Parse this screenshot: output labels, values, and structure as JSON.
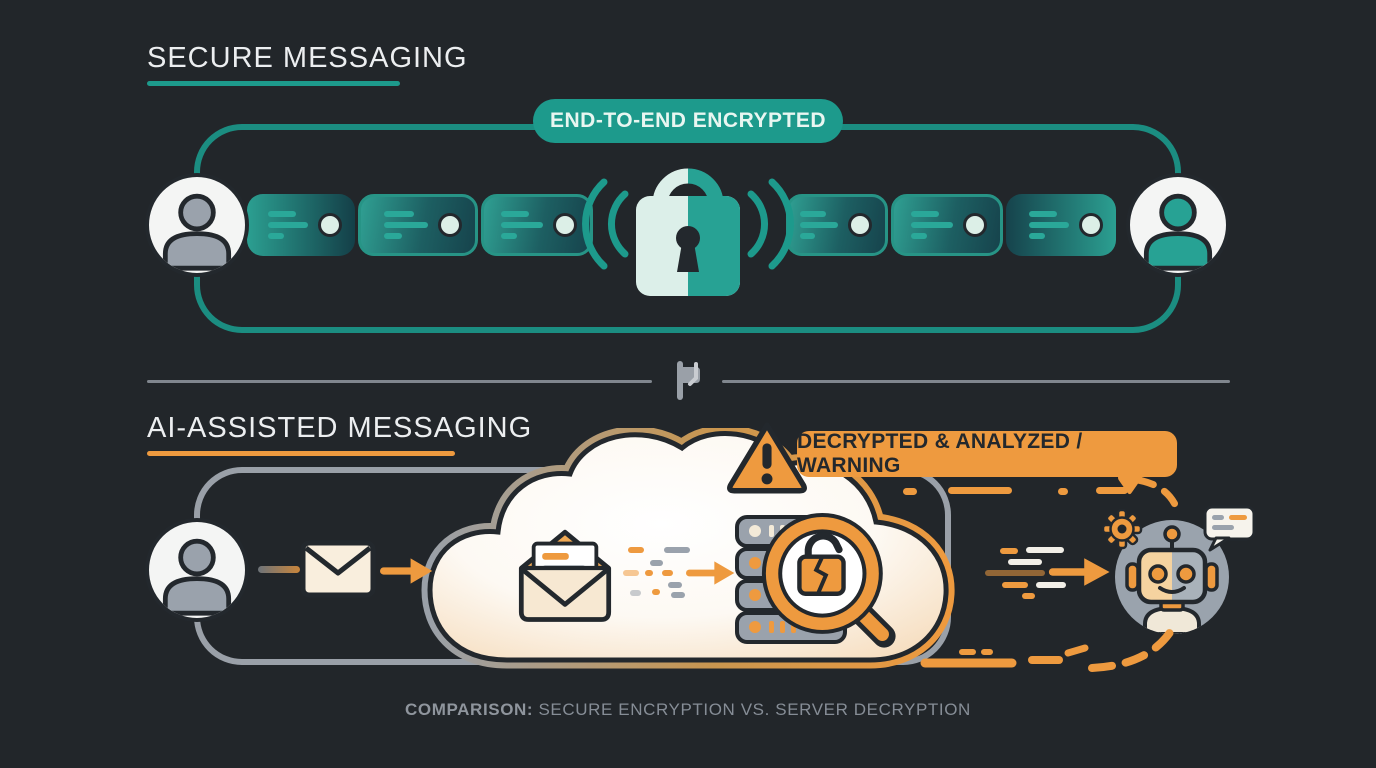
{
  "colors": {
    "bg": "#22262a",
    "ink": "#23282d",
    "teal": "#1d9a8c",
    "teal_bright": "#2aa899",
    "teal_deep": "#143f48",
    "mint": "#dcefe7",
    "orange": "#ee9a3f",
    "cream": "#f8ecd9",
    "gray": "#9aa2ac",
    "gray_line": "#9aa0a8",
    "white": "#f4f5f4",
    "text": "#eceef0",
    "muted": "#868d96"
  },
  "secure_flow": {
    "title": "SECURE MESSAGING",
    "badge": "END-TO-END ENCRYPTED",
    "accent": "#1d9a8c",
    "description": "sender avatar sends encrypted message packets through a locked channel to receiver avatar"
  },
  "ai_flow": {
    "title": "AI-ASSISTED MESSAGING",
    "badge": "DECRYPTED & ANALYZED / WARNING",
    "accent": "#ee9a3f",
    "description": "user sends envelope into cloud server where it is opened and inspected, then forwarded to AI robot"
  },
  "footer": {
    "label": "COMPARISON:",
    "text": " SECURE ENCRYPTION VS. SERVER DECRYPTION"
  },
  "icons": {
    "sender-avatar-icon": "gray person in white circle",
    "receiver-avatar-icon": "teal person in white circle",
    "padlock-icon": "two-tone mint/teal closed padlock with keyhole",
    "signal-waves-icon": "teal broadcast arcs beside the padlock",
    "message-dot": "mint circle inside encrypted packet",
    "flag-divider-icon": "gray folded flag between sections",
    "user-avatar-icon": "gray person in white circle",
    "envelope-icon": "cream sealed envelope",
    "open-envelope-icon": "opened envelope with letter lines",
    "cloud-icon": "white cloud with gray-to-orange outline",
    "server-icon": "gray server rack with status dots",
    "magnifier-icon": "orange magnifying glass",
    "broken-lock-icon": "orange cracked open padlock",
    "warning-triangle-icon": "orange triangle with exclamation mark",
    "arrow-icon": "orange right arrow",
    "robot-icon": "round AI robot head, half warm half gray",
    "gear-icon": "orange cog",
    "speech-bubble-icon": "white chat bubble with text dashes"
  }
}
